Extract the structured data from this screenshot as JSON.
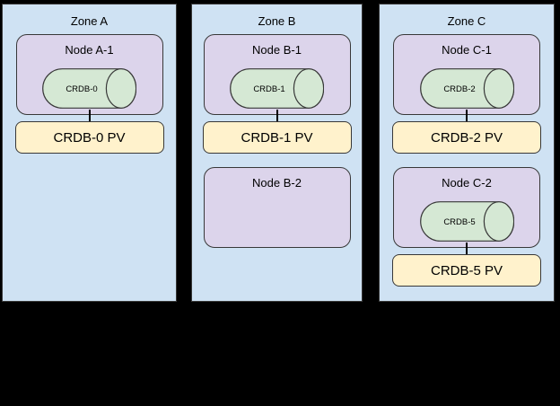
{
  "diagram": {
    "background": "#000000",
    "colors": {
      "zone_fill": "#cfe2f3",
      "node_fill": "#dcd4eb",
      "cylinder_fill": "#d5e8d4",
      "pv_fill": "#fff2cc",
      "shape_border": "#383838",
      "connector": "#000000",
      "text": "#000000"
    }
  },
  "zones": [
    {
      "label": "Zone A",
      "nodes": [
        {
          "label": "Node A-1",
          "cylinder_label": "CRDB-0",
          "pv_label": "CRDB-0 PV"
        }
      ]
    },
    {
      "label": "Zone B",
      "nodes": [
        {
          "label": "Node B-1",
          "cylinder_label": "CRDB-1",
          "pv_label": "CRDB-1 PV"
        },
        {
          "label": "Node B-2"
        }
      ]
    },
    {
      "label": "Zone C",
      "nodes": [
        {
          "label": "Node C-1",
          "cylinder_label": "CRDB-2",
          "pv_label": "CRDB-2 PV"
        },
        {
          "label": "Node C-2",
          "cylinder_label": "CRDB-5",
          "pv_label": "CRDB-5 PV"
        }
      ]
    }
  ]
}
